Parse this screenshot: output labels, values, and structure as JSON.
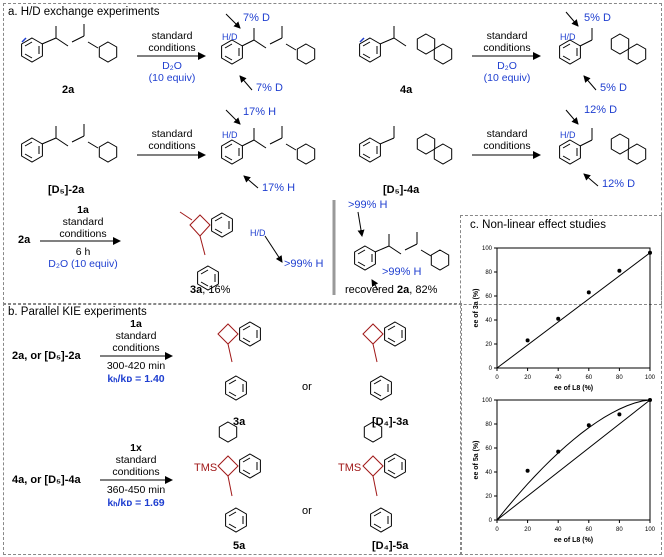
{
  "section_a": {
    "title": "a. H/D exchange experiments",
    "row1_left": {
      "start_label": "2a",
      "cond_1": "standard",
      "cond_2": "conditions",
      "cond_3": "D₂O",
      "cond_4": "(10 equiv)",
      "top_label": "7% D",
      "bottom_label": "7% D",
      "hd": "H/D"
    },
    "row1_right": {
      "start_label": "4a",
      "cond_1": "standard",
      "cond_2": "conditions",
      "cond_3": "D₂O",
      "cond_4": "(10 equiv)",
      "top_label": "5% D",
      "bottom_label": "5% D",
      "hd": "H/D"
    },
    "row2_left": {
      "start_label": "[D₅]-2a",
      "cond_1": "standard",
      "cond_2": "conditions",
      "top_label": "17% H",
      "bottom_label": "17% H",
      "hd": "H/D"
    },
    "row2_right": {
      "start_label": "[D₅]-4a",
      "cond_1": "standard",
      "cond_2": "conditions",
      "top_label": "12% D",
      "bottom_label": "12% D",
      "hd": "H/D"
    },
    "row3": {
      "start_label": "2a",
      "reagent": "1a",
      "cond_1": "standard",
      "cond_2": "conditions",
      "cond_3": "6 h",
      "cond_4": "D₂O (10 equiv)",
      "product_label": "3a",
      "product_yield": ", 16%",
      "hd_label": "H/D",
      "percent_label": ">99% H",
      "recovered_top": ">99% H",
      "recovered_bottom": ">99% H",
      "recovered_label": "recovered ",
      "recovered_compound": "2a",
      "recovered_yield": ", 82%"
    }
  },
  "section_b": {
    "title": "b. Parallel KIE experiments",
    "row1": {
      "start_label": "2a, or [D₅]-2a",
      "reagent": "1a",
      "cond_1": "standard",
      "cond_2": "conditions",
      "cond_3": "300-420 min",
      "kie": "kₕ/kᴅ = 1.40",
      "product_a": "3a",
      "or": "or",
      "product_b": "[D₄]-3a"
    },
    "row2": {
      "start_label": "4a, or [D₅]-4a",
      "reagent": "1x",
      "cond_1": "standard",
      "cond_2": "conditions",
      "cond_3": "360-450 min",
      "kie": "kₕ/kᴅ = 1.69",
      "product_a": "5a",
      "or": "or",
      "product_b": "[D₄]-5a",
      "tms": "TMS"
    }
  },
  "section_c": {
    "title": "c. Non-linear effect studies",
    "plot1": {
      "ylabel": "ee of 3a (%)",
      "xlabel": "ee of L8 (%)"
    },
    "plot2": {
      "ylabel": "ee of 5a (%)",
      "xlabel": "ee of L8 (%)"
    }
  },
  "chart_data": [
    {
      "type": "scatter",
      "title": "",
      "xlabel": "ee of L8 (%)",
      "ylabel": "ee of 3a (%)",
      "xlim": [
        0,
        100
      ],
      "ylim": [
        0,
        100
      ],
      "x_ticks": [
        0,
        20,
        40,
        60,
        80,
        100
      ],
      "y_ticks": [
        0,
        20,
        40,
        60,
        80,
        100
      ],
      "x": [
        20,
        40,
        60,
        80,
        100
      ],
      "y": [
        23,
        41,
        63,
        81,
        96
      ],
      "fit": "linear"
    },
    {
      "type": "scatter",
      "title": "",
      "xlabel": "ee of L8 (%)",
      "ylabel": "ee of 5a (%)",
      "xlim": [
        0,
        100
      ],
      "ylim": [
        0,
        100
      ],
      "x_ticks": [
        0,
        20,
        40,
        60,
        80,
        100
      ],
      "y_ticks": [
        0,
        20,
        40,
        60,
        80,
        100
      ],
      "x": [
        20,
        40,
        60,
        80,
        100
      ],
      "y": [
        41,
        57,
        79,
        88,
        100
      ],
      "fit": "curve"
    }
  ]
}
